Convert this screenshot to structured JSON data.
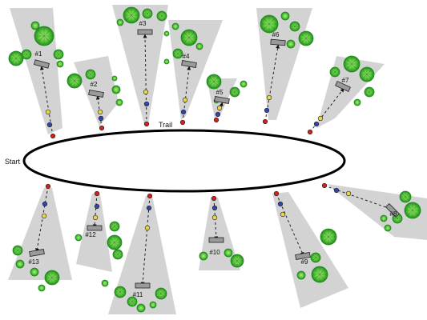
{
  "diagram": {
    "trail_label": "Trail",
    "start_label": "Start",
    "stations": [
      {
        "label": "#1"
      },
      {
        "label": "#2"
      },
      {
        "label": "#3"
      },
      {
        "label": "#4"
      },
      {
        "label": "#5"
      },
      {
        "label": "#6"
      },
      {
        "label": "#7"
      },
      {
        "label": "#8"
      },
      {
        "label": "#9"
      },
      {
        "label": "#10"
      },
      {
        "label": "#11"
      },
      {
        "label": "#12"
      },
      {
        "label": "#13"
      }
    ],
    "colors": {
      "cone": "#d3d3d3",
      "trail": "#000000",
      "marker_red": "#cc2222",
      "marker_blue": "#3344aa",
      "marker_yellow": "#e6d84a",
      "tree_light": "#7ed957",
      "tree_dark": "#1e8a1e"
    },
    "icons": [
      "camera-icon",
      "tree-icon",
      "marker-dot-icon",
      "arrow-icon"
    ]
  }
}
